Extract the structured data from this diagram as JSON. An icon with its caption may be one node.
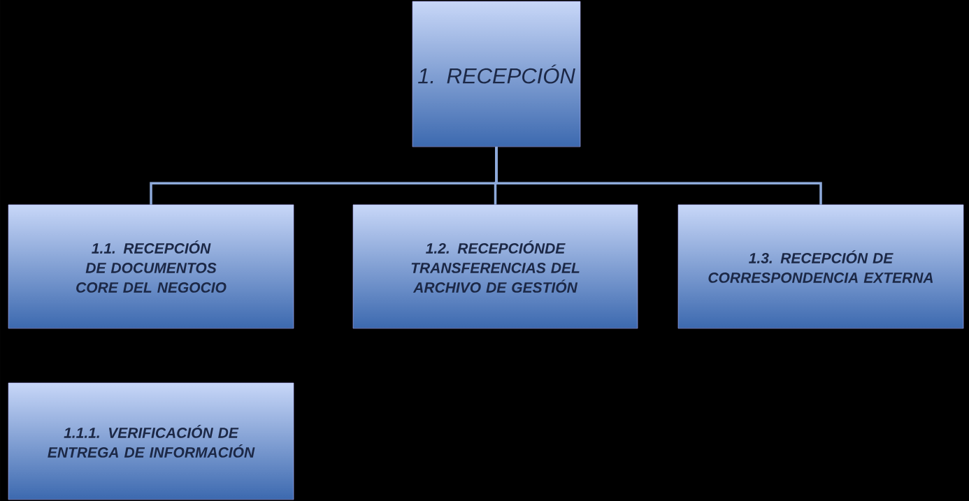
{
  "diagram": {
    "nodes": [
      {
        "text": [
          "1. RECEPCIÓN"
        ]
      },
      {
        "text": [
          "1.1. RECEPCIÓN DE DOCUMENTOS CORE DEL NEGOCIO"
        ]
      },
      {
        "text": [
          "1.2. RECEPCIÓNDE TRANSFERENCIAS DEL ARCHIVO DE GESTIÓN"
        ]
      },
      {
        "text": [
          "1.3. RECEPCIÓN DE CORRESPONDENCIA EXTERNA"
        ]
      },
      {
        "text": [
          "1.1.1. VERIFICACIÓN DE ENTREGA DE INFORMACIÓN"
        ]
      }
    ],
    "edges": [
      {
        "from": 0,
        "to": 1,
        "arrow": "none"
      },
      {
        "from": 0,
        "to": 2,
        "arrow": "none"
      },
      {
        "from": 0,
        "to": 3,
        "arrow": "none"
      }
    ]
  }
}
